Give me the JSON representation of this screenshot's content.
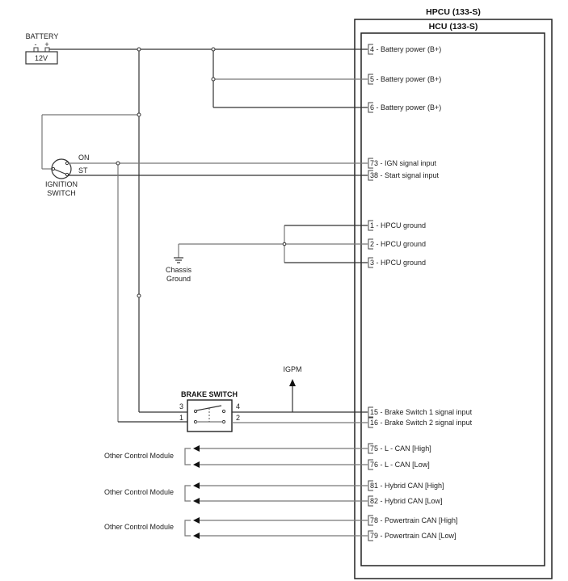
{
  "outer_module": {
    "title": "HPCU (133-S)"
  },
  "inner_module": {
    "title": "HCU (133-S)"
  },
  "battery": {
    "label": "BATTERY",
    "neg": "-",
    "pos": "+",
    "voltage": "12V"
  },
  "ignition_switch": {
    "label_line1": "IGNITION",
    "label_line2": "SWITCH",
    "on": "ON",
    "st": "ST"
  },
  "chassis_ground": {
    "line1": "Chassis",
    "line2": "Ground"
  },
  "igpm": {
    "label": "IGPM"
  },
  "brake_switch": {
    "title": "BRAKE SWITCH",
    "pin3": "3",
    "pin4": "4",
    "pin1": "1",
    "pin2": "2"
  },
  "other_modules": [
    {
      "label": "Other Control Module"
    },
    {
      "label": "Other Control Module"
    },
    {
      "label": "Other Control Module"
    }
  ],
  "pins": [
    {
      "num": "4",
      "desc": " - Battery power (B+)"
    },
    {
      "num": "5",
      "desc": " - Battery power (B+)"
    },
    {
      "num": "6",
      "desc": " - Battery power (B+)"
    },
    {
      "num": "73",
      "desc": " - IGN signal input"
    },
    {
      "num": "38",
      "desc": " - Start signal input"
    },
    {
      "num": "1",
      "desc": " - HPCU ground"
    },
    {
      "num": "2",
      "desc": " - HPCU ground"
    },
    {
      "num": "3",
      "desc": " - HPCU ground"
    },
    {
      "num": "15",
      "desc": " - Brake Switch 1 signal input"
    },
    {
      "num": "16",
      "desc": " - Brake Switch 2 signal input"
    },
    {
      "num": "75",
      "desc": " - L - CAN [High]"
    },
    {
      "num": "76",
      "desc": " - L - CAN [Low]"
    },
    {
      "num": "81",
      "desc": " - Hybrid CAN [High]"
    },
    {
      "num": "82",
      "desc": " - Hybrid CAN [Low]"
    },
    {
      "num": "78",
      "desc": " - Powertrain CAN [High]"
    },
    {
      "num": "79",
      "desc": " - Powertrain CAN [Low]"
    }
  ]
}
